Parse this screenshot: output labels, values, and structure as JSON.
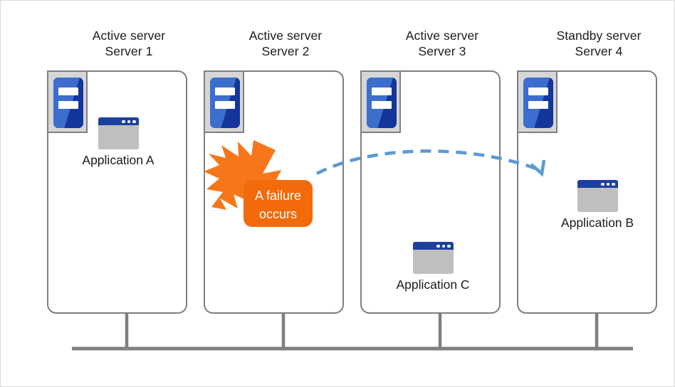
{
  "diagram": {
    "title_hidden": "Server failover cluster diagram",
    "accent_orange": "#F26A0A",
    "accent_blue": "#5B9BD5",
    "server_blue": "#14369C",
    "frame_gray": "#7F7F7F",
    "columns": [
      {
        "role": "Active server",
        "name": "Server 1",
        "app": {
          "label": "Application A",
          "icon": "window-icon"
        },
        "state": "running"
      },
      {
        "role": "Active server",
        "name": "Server 2",
        "app": null,
        "state": "failed",
        "failure": {
          "line1": "A failure",
          "line2": "occurs",
          "icon": "explosion-icon"
        }
      },
      {
        "role": "Active server",
        "name": "Server 3",
        "app": {
          "label": "Application  C",
          "icon": "window-icon"
        },
        "state": "running"
      },
      {
        "role": "Standby server",
        "name": "Server 4",
        "app": {
          "label": "Application  B",
          "icon": "window-icon"
        },
        "state": "standby"
      }
    ],
    "failover_arrow": {
      "name": "failover-arrow",
      "style": "dashed-curved",
      "from": "Server 2",
      "to": "Server 4",
      "color": "#5B9BD5"
    },
    "network": {
      "name": "shared-network-bus",
      "color": "#7F7F7F"
    }
  }
}
